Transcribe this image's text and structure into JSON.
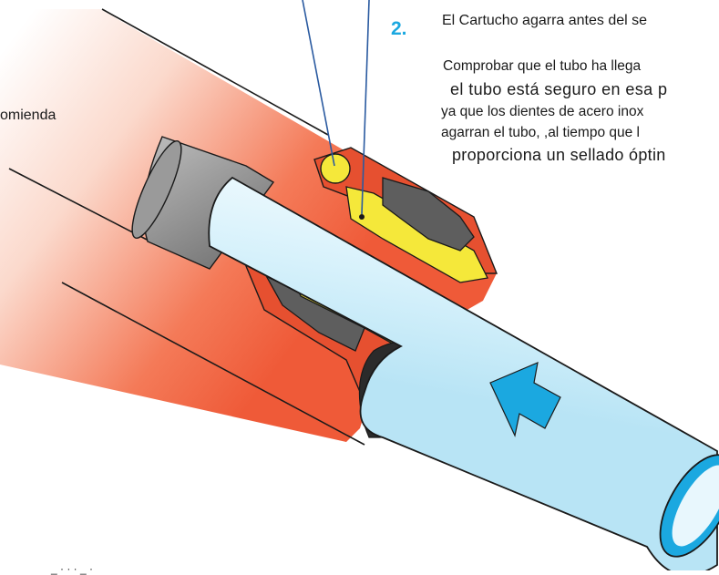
{
  "step": {
    "number": "2.",
    "title": "El Cartucho agarra antes del se"
  },
  "description": {
    "line1": "Comprobar que el tubo ha llega",
    "line2": "el tubo está seguro en esa p",
    "line3": "ya que los dientes de acero inox",
    "line4": "agarran el tubo, ,al tiempo que l",
    "line5": "proporciona un sellado óptin"
  },
  "fragments": {
    "left": "omienda",
    "bottom": "_ · · · _ ·"
  },
  "colors": {
    "fitting_body": "#ef5a38",
    "fitting_gradient_light": "#fbd9cc",
    "pipe": "#d6f1fb",
    "pipe_outline": "#1a1a1a",
    "cartridge": "#f5e83a",
    "teeth": "#5e5e5e",
    "o_ring": "#2b2b2b",
    "arrow": "#1ba8e0",
    "leader_line": "#2a5aa0",
    "step_number": "#1ba8e0"
  },
  "icons": {
    "direction_arrow": "insertion-arrow-icon"
  }
}
